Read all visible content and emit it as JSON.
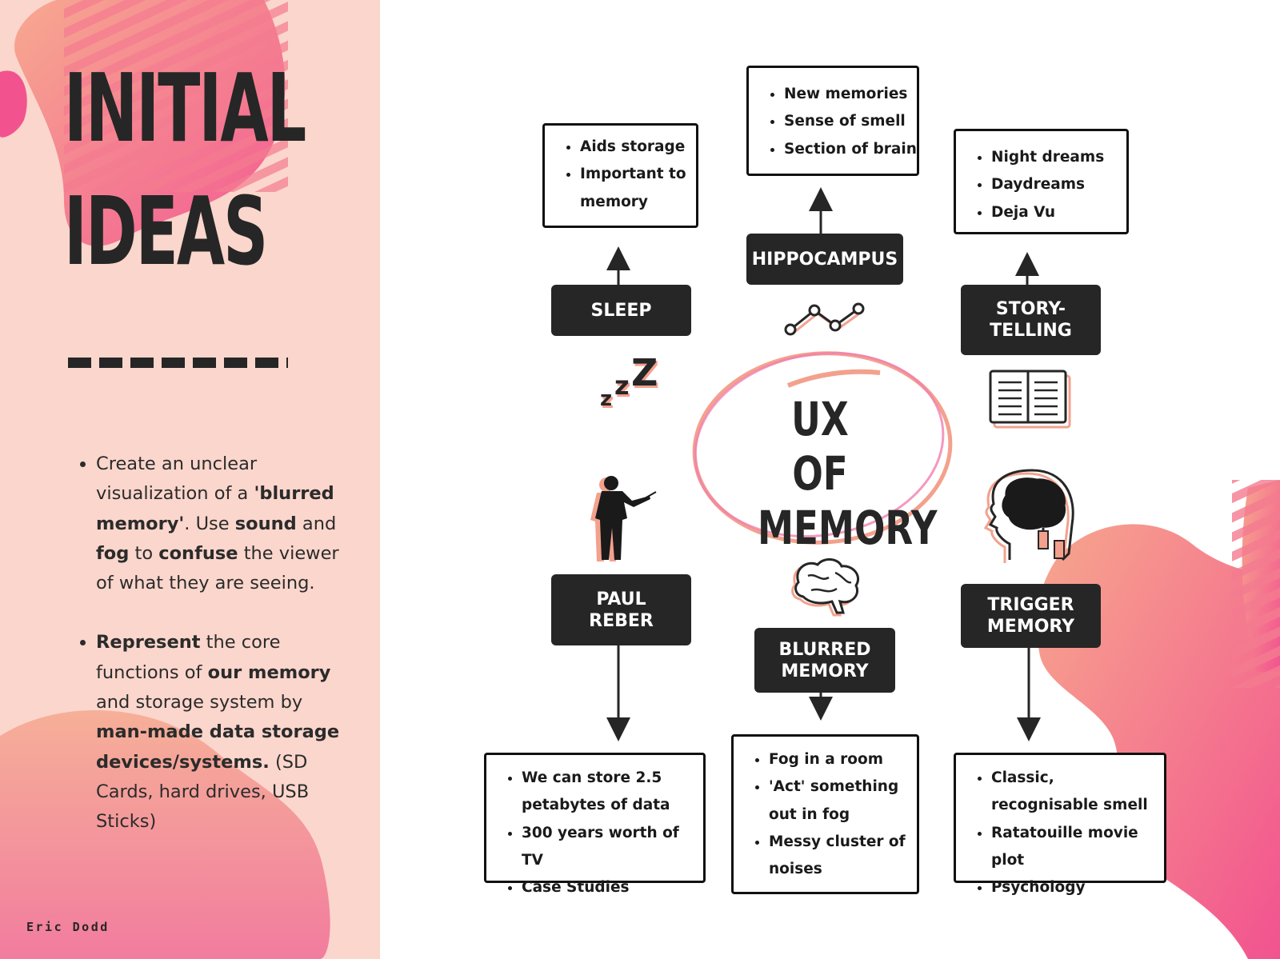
{
  "slide": {
    "title_line1": "INITIAL",
    "title_line2": "IDEAS",
    "author": "Eric Dodd",
    "colors": {
      "panel": "#fbd6cc",
      "accent_pink": "#f2538f",
      "accent_orange": "#f7a78d",
      "dark": "#262626"
    }
  },
  "bullets": [
    {
      "parts": [
        {
          "t": "Create an unclear visualization of a ",
          "b": false
        },
        {
          "t": "'blurred memory'",
          "b": true
        },
        {
          "t": ". Use ",
          "b": false
        },
        {
          "t": "sound",
          "b": true
        },
        {
          "t": " and ",
          "b": false
        },
        {
          "t": "fog",
          "b": true
        },
        {
          "t": " to ",
          "b": false
        },
        {
          "t": "confuse",
          "b": true
        },
        {
          "t": " the viewer of what they are seeing.",
          "b": false
        }
      ]
    },
    {
      "parts": [
        {
          "t": "Represent",
          "b": true
        },
        {
          "t": " the core functions of ",
          "b": false
        },
        {
          "t": "our memory",
          "b": true
        },
        {
          "t": " and storage system by ",
          "b": false
        },
        {
          "t": "man-made data storage devices/systems.",
          "b": true
        },
        {
          "t": "  (SD Cards, hard drives, USB Sticks)",
          "b": false
        }
      ]
    }
  ],
  "center": {
    "label": "UX OF\nMEMORY"
  },
  "nodes": {
    "sleep": {
      "label": "SLEEP",
      "icon": "sleep-zzz-icon"
    },
    "hippocampus": {
      "label": "HIPPOCAMPUS",
      "icon": "line-graph-icon"
    },
    "storytelling": {
      "label": "STORY-\nTELLING",
      "icon": "open-book-icon"
    },
    "paul_reber": {
      "label": "PAUL\nREBER",
      "icon": "presenter-icon"
    },
    "blurred_memory": {
      "label": "BLURRED\nMEMORY",
      "icon": "brain-icon"
    },
    "trigger_memory": {
      "label": "TRIGGER\nMEMORY",
      "icon": "head-brain-icon"
    }
  },
  "boxes": {
    "sleep": [
      "Aids storage",
      "Important to memory"
    ],
    "hippocampus": [
      "New memories",
      "Sense of smell",
      "Section of brain"
    ],
    "storytelling": [
      "Night dreams",
      "Daydreams",
      "Deja Vu"
    ],
    "paul_reber": [
      "We can store 2.5 petabytes of data",
      "300 years worth of TV",
      "Case Studies"
    ],
    "blurred_memory": [
      "Fog in a room",
      "'Act' something out in fog",
      "Messy cluster of noises"
    ],
    "trigger_memory": [
      "Classic, recognisable smell",
      "Ratatouille movie plot",
      "Psychology"
    ]
  }
}
